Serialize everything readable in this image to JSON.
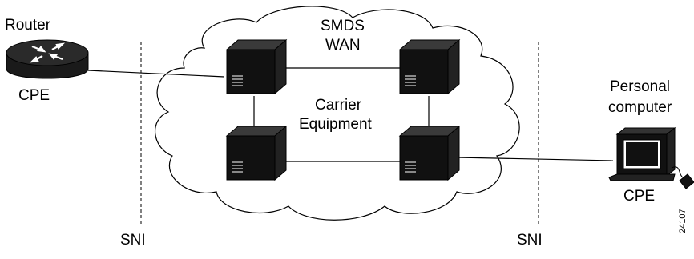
{
  "router": {
    "label": "Router",
    "cpe": "CPE"
  },
  "cloud": {
    "line1": "SMDS",
    "line2": "WAN",
    "line3": "Carrier",
    "line4": "Equipment"
  },
  "pc": {
    "line1": "Personal",
    "line2": "computer",
    "cpe": "CPE"
  },
  "sni_left": "SNI",
  "sni_right": "SNI",
  "figure_id": "24107",
  "colors": {
    "cloud_fill": "#ffffff",
    "line": "#000000",
    "router_body": "#1a1a1a",
    "switch_body": "#111111"
  }
}
